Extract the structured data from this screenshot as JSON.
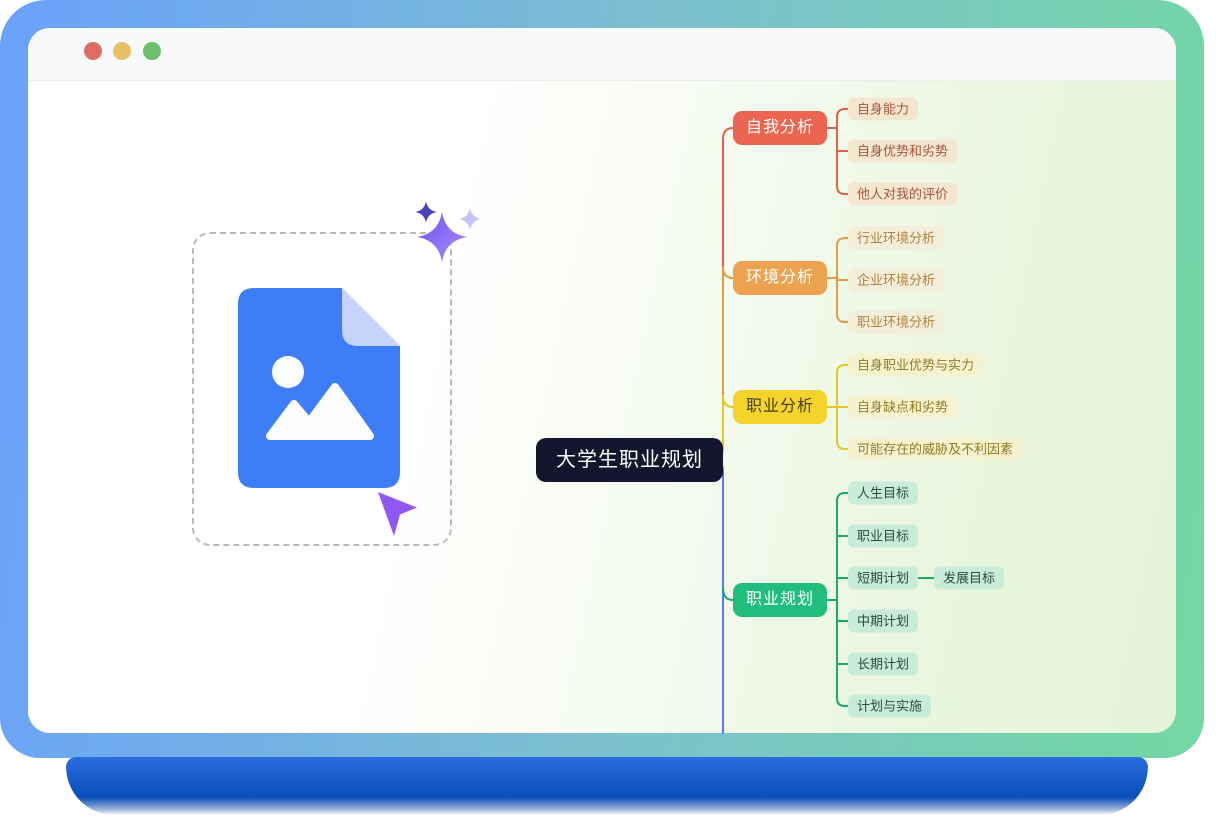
{
  "window": {
    "traffic_lights": {
      "close_color": "#dd6e63",
      "minimize_color": "#e7c163",
      "zoom_color": "#6cc068"
    },
    "frame_gradient": [
      "#69a1fb",
      "#73d8a2"
    ],
    "titlebar_color": "#f8f9fa",
    "content_tint": "#e4f4d7",
    "pedestal_color": "#0d52bb"
  },
  "illustration": {
    "file_icon": "image-file-icon",
    "file_icon_color": "#3d7ef8",
    "fold_color": "#c6d3fb",
    "cursor_color": "#9256f3",
    "sparkle_colors": [
      "#4a43bb",
      "#7e5ef5",
      "#c3c6f7"
    ]
  },
  "mindmap": {
    "root": {
      "label": "大学生职业规划",
      "bg": "#15162e",
      "text_color": "#ffffff"
    },
    "trunk_color": "#5b76f7",
    "branches": [
      {
        "label": "自我分析",
        "bg": "#ec6551",
        "text_color": "#ffffff",
        "line_color": "#e2604b",
        "child_bg": "#f5e6d0",
        "child_text": "#a4573e",
        "children": [
          {
            "label": "自身能力"
          },
          {
            "label": "自身优势和劣势"
          },
          {
            "label": "他人对我的评价"
          }
        ]
      },
      {
        "label": "环境分析",
        "bg": "#eca24f",
        "text_color": "#ffffff",
        "line_color": "#e79b40",
        "child_bg": "#f3eeda",
        "child_text": "#b1803e",
        "children": [
          {
            "label": "行业环境分析"
          },
          {
            "label": "企业环境分析"
          },
          {
            "label": "职业环境分析"
          }
        ]
      },
      {
        "label": "职业分析",
        "bg": "#f3d32c",
        "text_color": "#45400f",
        "line_color": "#e3c722",
        "child_bg": "#f6f2cf",
        "child_text": "#8f7d23",
        "children": [
          {
            "label": "自身职业优势与实力"
          },
          {
            "label": "自身缺点和劣势"
          },
          {
            "label": "可能存在的威胁及不利因素"
          }
        ]
      },
      {
        "label": "职业规划",
        "bg": "#20be7d",
        "text_color": "#ffffff",
        "line_color": "#18a96c",
        "child_bg": "#c9ecd9",
        "child_text": "#2d4a3a",
        "children": [
          {
            "label": "人生目标"
          },
          {
            "label": "职业目标"
          },
          {
            "label": "短期计划",
            "children": [
              {
                "label": "发展目标"
              }
            ]
          },
          {
            "label": "中期计划"
          },
          {
            "label": "长期计划"
          },
          {
            "label": "计划与实施"
          }
        ]
      }
    ]
  }
}
